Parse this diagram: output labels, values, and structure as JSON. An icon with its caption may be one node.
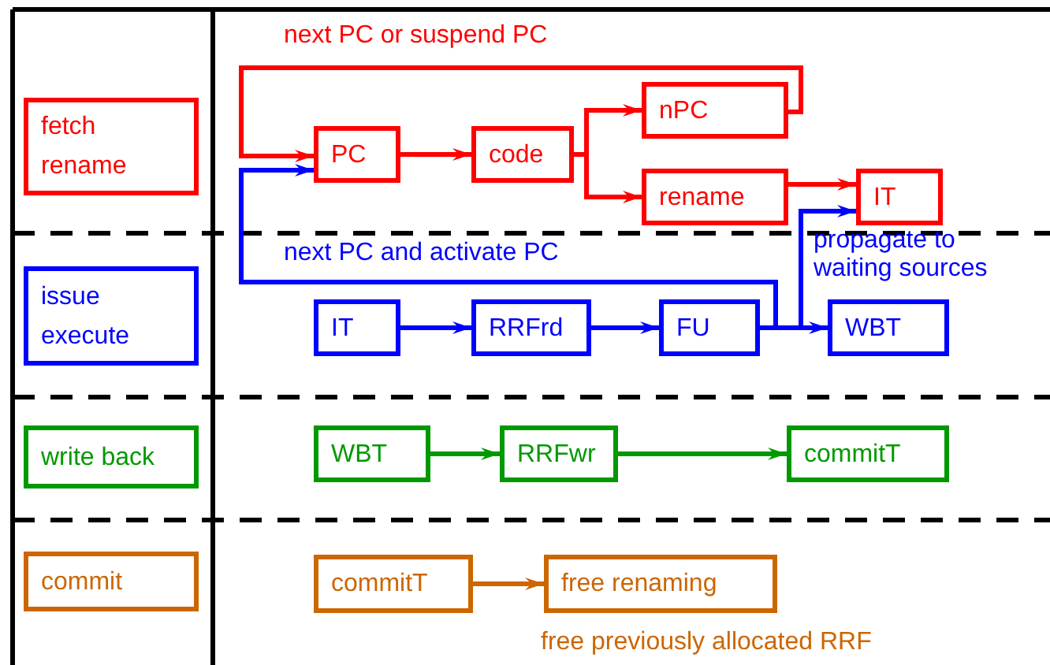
{
  "diagram": {
    "nodes": [
      {
        "text": [
          "fetch rename"
        ]
      },
      {
        "text": [
          "issue execute"
        ]
      },
      {
        "text": [
          "write back"
        ]
      },
      {
        "text": [
          "commit"
        ]
      },
      {
        "text": [
          "PC"
        ]
      },
      {
        "text": [
          "code"
        ]
      },
      {
        "text": [
          "nPC"
        ]
      },
      {
        "text": [
          "rename"
        ]
      },
      {
        "text": [
          "IT"
        ]
      },
      {
        "text": [
          "IT"
        ]
      },
      {
        "text": [
          "RRFrd"
        ]
      },
      {
        "text": [
          "FU"
        ]
      },
      {
        "text": [
          "WBT"
        ]
      },
      {
        "text": [
          "WBT"
        ]
      },
      {
        "text": [
          "RRFwr"
        ]
      },
      {
        "text": [
          "commitT"
        ]
      },
      {
        "text": [
          "commitT"
        ]
      },
      {
        "text": [
          "free renaming"
        ],
        "beside": [
          "free previously allocated RRF"
        ]
      }
    ],
    "edges": [
      {
        "from": 6,
        "to": 4,
        "arrow": "to",
        "label": "next PC or suspend PC",
        "color": "#ff0000"
      },
      {
        "from": 4,
        "to": 5,
        "arrow": "to",
        "color": "#ff0000"
      },
      {
        "from": 5,
        "to": 6,
        "arrow": "to",
        "color": "#ff0000"
      },
      {
        "from": 5,
        "to": 7,
        "arrow": "to",
        "color": "#ff0000"
      },
      {
        "from": 7,
        "to": 8,
        "arrow": "to",
        "color": "#ff0000"
      },
      {
        "from": 9,
        "to": 10,
        "arrow": "to",
        "color": "#0000ff"
      },
      {
        "from": 10,
        "to": 11,
        "arrow": "to",
        "color": "#0000ff"
      },
      {
        "from": 11,
        "to": 12,
        "arrow": "to",
        "color": "#0000ff"
      },
      {
        "from": 11,
        "to": 4,
        "arrow": "to",
        "label": "next PC and activate PC",
        "color": "#0000ff"
      },
      {
        "from": 11,
        "to": 8,
        "arrow": "to",
        "label": "propagate to waiting sources",
        "color": "#0000ff"
      },
      {
        "from": 13,
        "to": 14,
        "arrow": "to",
        "color": "#009900"
      },
      {
        "from": 14,
        "to": 15,
        "arrow": "to",
        "color": "#009900"
      },
      {
        "from": 16,
        "to": 17,
        "arrow": "to",
        "color": "#cc6600"
      }
    ]
  }
}
